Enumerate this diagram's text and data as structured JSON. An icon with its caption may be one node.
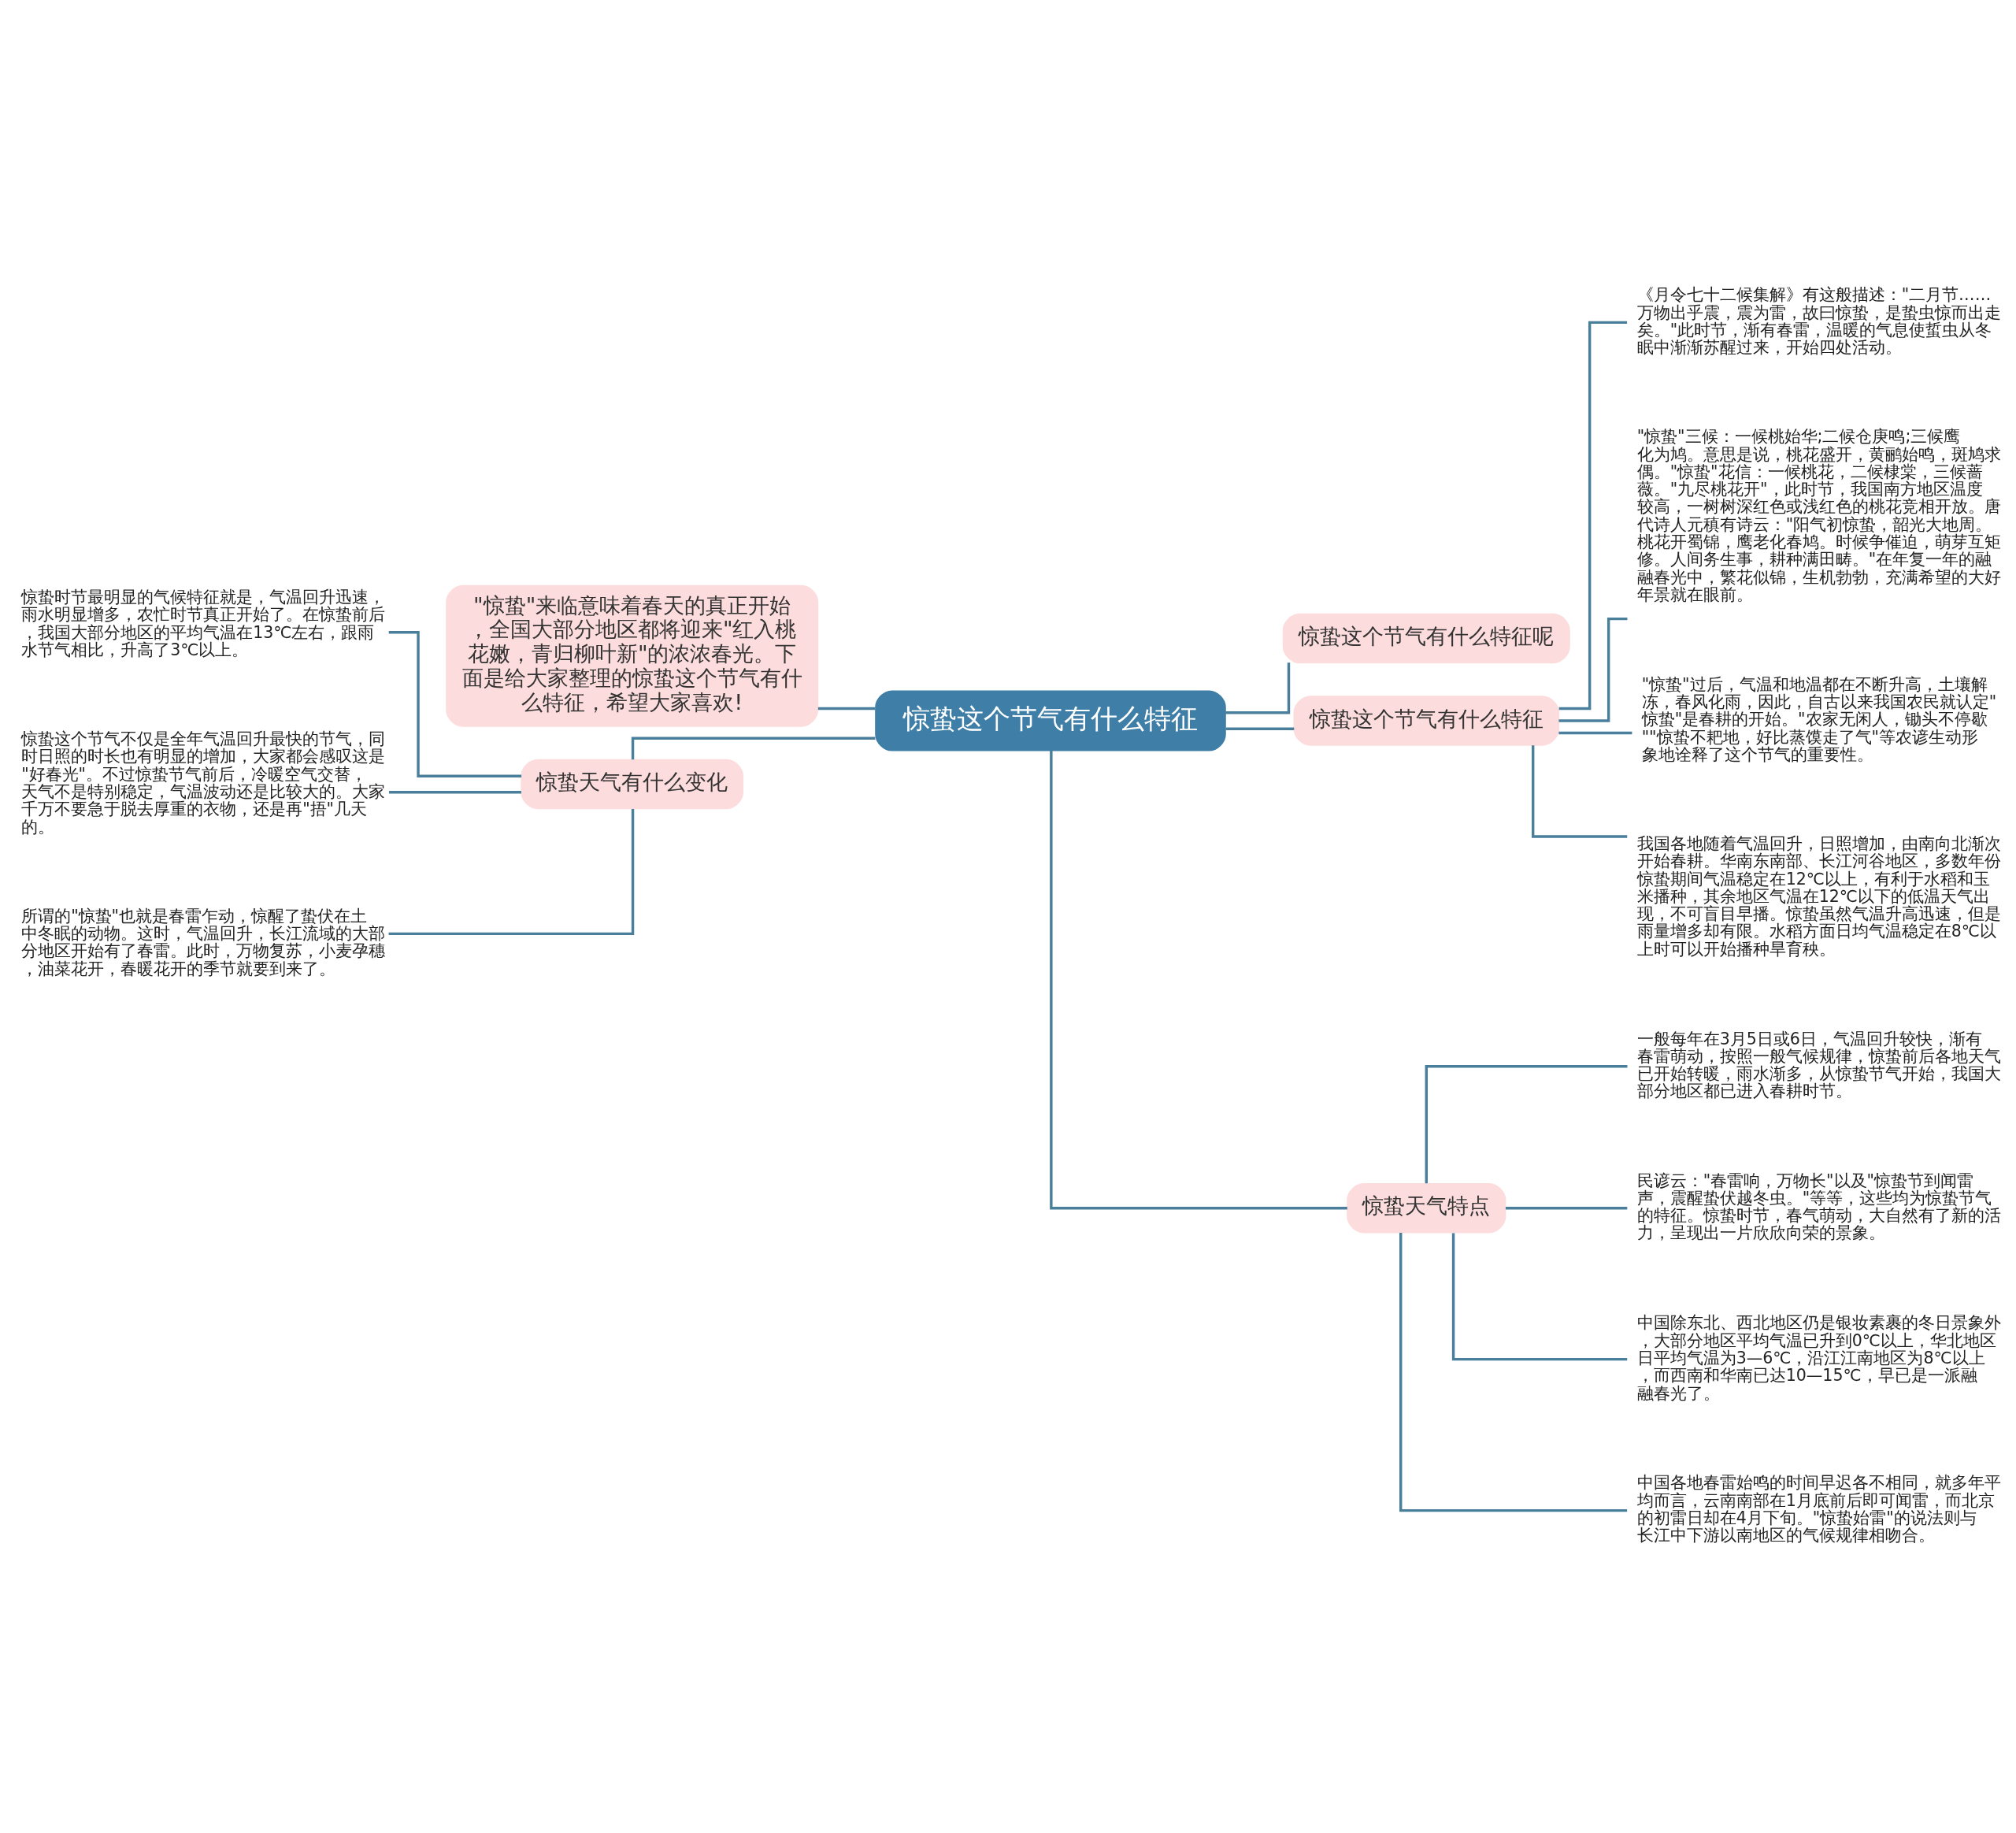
{
  "diagram": {
    "nodes": [
      {
        "text": [
          "惊蛰这个节气有什么特征"
        ]
      },
      {
        "text": [
          "\"惊蛰\"来临意味着春天的真正开始，全国大部分地区都将迎来\"红入桃花嫩，青归柳叶新\"的浓浓春光。下面是给大家整理的惊蛰这个节气有什么特征，希望大家喜欢!"
        ]
      },
      {
        "text": [
          "惊蛰天气有什么变化"
        ]
      },
      {
        "text": [
          "惊蛰时节最明显的气候特征就是，气温回升迅速，雨水明显增多，农忙时节真正开始了。在惊蛰前后，我国大部分地区的平均气温在13℃左右，跟雨水节气相比，升高了3℃以上。"
        ]
      },
      {
        "text": [
          "惊蛰这个节气不仅是全年气温回升最快的节气，同时日照的时长也有明显的增加，大家都会感叹这是\"好春光\"。不过惊蛰节气前后，冷暖空气交替，天气不是特别稳定，气温波动还是比较大的。大家千万不要急于脱去厚重的衣物，还是再\"捂\"几天的。"
        ]
      },
      {
        "text": [
          "所谓的\"惊蛰\"也就是春雷乍动，惊醒了蛰伏在土中冬眠的动物。这时，气温回升，长江流域的大部分地区开始有了春雷。此时，万物复苏，小麦孕穗，油菜花开，春暖花开的季节就要到来了。"
        ]
      },
      {
        "text": [
          "惊蛰这个节气有什么特征呢"
        ]
      },
      {
        "text": [
          "惊蛰这个节气有什么特征"
        ]
      },
      {
        "text": [
          "《月令七十二候集解》有这般描述：\"二月节……万物出乎震，震为雷，故曰惊蛰，是蛰虫惊而出走矣。\"此时节，渐有春雷，温暖的气息使蜇虫从冬眠中渐渐苏醒过来，开始四处活动。"
        ]
      },
      {
        "text": [
          "\"惊蛰\"三候：一候桃始华;二候仓庚鸣;三候鹰化为鸠。意思是说，桃花盛开，黄鹂始鸣，斑鸠求偶。\"惊蛰\"花信：一候桃花，二候棣棠，三候蔷薇。\"九尽桃花开\"，此时节，我国南方地区温度较高，一树树深红色或浅红色的桃花竞相开放。唐代诗人元稹有诗云：\"阳气初惊蛰，韶光大地周。桃花开蜀锦，鹰老化春鸠。时候争催迫，萌芽互矩修。人间务生事，耕种满田畴。\"在年复一年的融融春光中，繁花似锦，生机勃勃，充满希望的大好年景就在眼前。"
        ]
      },
      {
        "text": [
          "\"惊蛰\"过后，气温和地温都在不断升高，土壤解冻，春风化雨，因此，自古以来我国农民就认定\"惊蛰\"是春耕的开始。\"农家无闲人，锄头不停歇\"\"惊蛰不耙地，好比蒸馍走了气\"等农谚生动形象地诠释了这个节气的重要性。"
        ]
      },
      {
        "text": [
          "我国各地随着气温回升，日照增加，由南向北渐次开始春耕。华南东南部、长江河谷地区，多数年份惊蛰期间气温稳定在12℃以上，有利于水稻和玉米播种，其余地区气温在12℃以下的低温天气出现，不可盲目早播。惊蛰虽然气温升高迅速，但是雨量增多却有限。水稻方面日均气温稳定在8℃以上时可以开始播种旱育秧。"
        ]
      },
      {
        "text": [
          "惊蛰天气特点"
        ]
      },
      {
        "text": [
          "一般每年在3月5日或6日，气温回升较快，渐有春雷萌动，按照一般气候规律，惊蛰前后各地天气已开始转暖，雨水渐多，从惊蛰节气开始，我国大部分地区都已进入春耕时节。"
        ]
      },
      {
        "text": [
          "民谚云：\"春雷响，万物长\"以及\"惊蛰节到闻雷声，震醒蛰伏越冬虫。\"等等，这些均为惊蛰节气的特征。惊蛰时节，春气萌动，大自然有了新的活力，呈现出一片欣欣向荣的景象。"
        ]
      },
      {
        "text": [
          "中国除东北、西北地区仍是银妆素裹的冬日景象外，大部分地区平均气温已升到0℃以上，华北地区日平均气温为3—6℃，沿江江南地区为8℃以上，而西南和华南已达10—15℃，早已是一派融融春光了。"
        ]
      },
      {
        "text": [
          "中国各地春雷始鸣的时间早迟各不相同，就多年平均而言，云南南部在1月底前后即可闻雷，而北京的初雷日却在4月下旬。\"惊蛰始雷\"的说法则与长江中下游以南地区的气候规律相吻合。"
        ]
      }
    ],
    "edges": [
      {
        "from": 0,
        "to": 1,
        "arrow": "none"
      },
      {
        "from": 0,
        "to": 2,
        "arrow": "none"
      },
      {
        "from": 2,
        "to": 3,
        "arrow": "none"
      },
      {
        "from": 2,
        "to": 4,
        "arrow": "none"
      },
      {
        "from": 2,
        "to": 5,
        "arrow": "none"
      },
      {
        "from": 0,
        "to": 6,
        "arrow": "none"
      },
      {
        "from": 0,
        "to": 7,
        "arrow": "none"
      },
      {
        "from": 7,
        "to": 8,
        "arrow": "none"
      },
      {
        "from": 7,
        "to": 9,
        "arrow": "none"
      },
      {
        "from": 7,
        "to": 10,
        "arrow": "none"
      },
      {
        "from": 7,
        "to": 11,
        "arrow": "none"
      },
      {
        "from": 0,
        "to": 12,
        "arrow": "none"
      },
      {
        "from": 12,
        "to": 13,
        "arrow": "none"
      },
      {
        "from": 12,
        "to": 14,
        "arrow": "none"
      },
      {
        "from": 12,
        "to": 15,
        "arrow": "none"
      },
      {
        "from": 12,
        "to": 16,
        "arrow": "none"
      }
    ]
  }
}
